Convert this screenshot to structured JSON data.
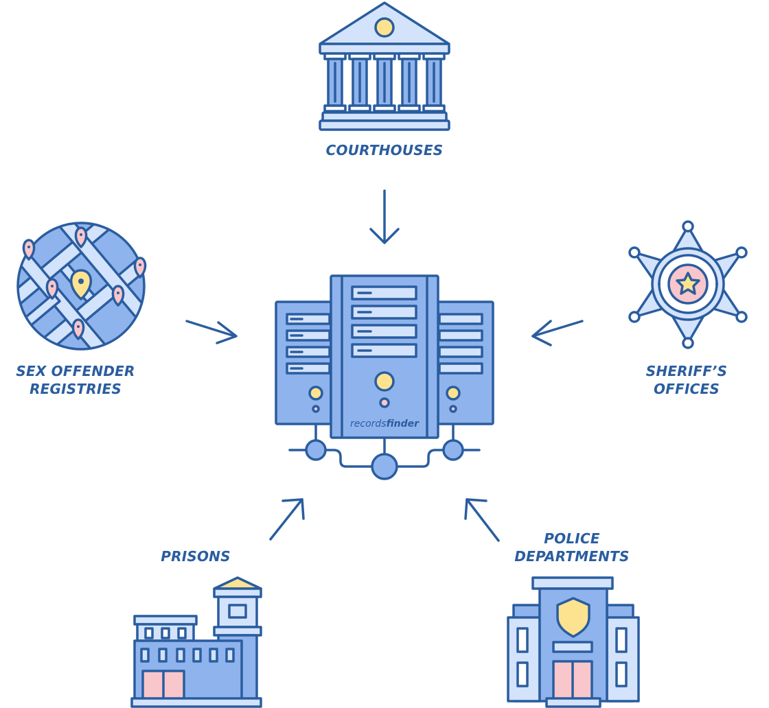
{
  "nodes": {
    "courthouses": {
      "label": "COURTHOUSES"
    },
    "sex_offender": {
      "line1": "SEX OFFENDER",
      "line2": "REGISTRIES"
    },
    "sheriff": {
      "line1": "SHERIFF’S",
      "line2": "OFFICES"
    },
    "prisons": {
      "label": "PRISONS"
    },
    "police": {
      "line1": "POLICE",
      "line2": "DEPARTMENTS"
    }
  },
  "server": {
    "brand_part1": "records",
    "brand_part2": "finder"
  },
  "colors": {
    "stroke": "#2a5d9f",
    "fill_mid": "#8fb3ec",
    "fill_light": "#d3e3fb",
    "yellow": "#fde390",
    "pink": "#f9c6cb"
  }
}
